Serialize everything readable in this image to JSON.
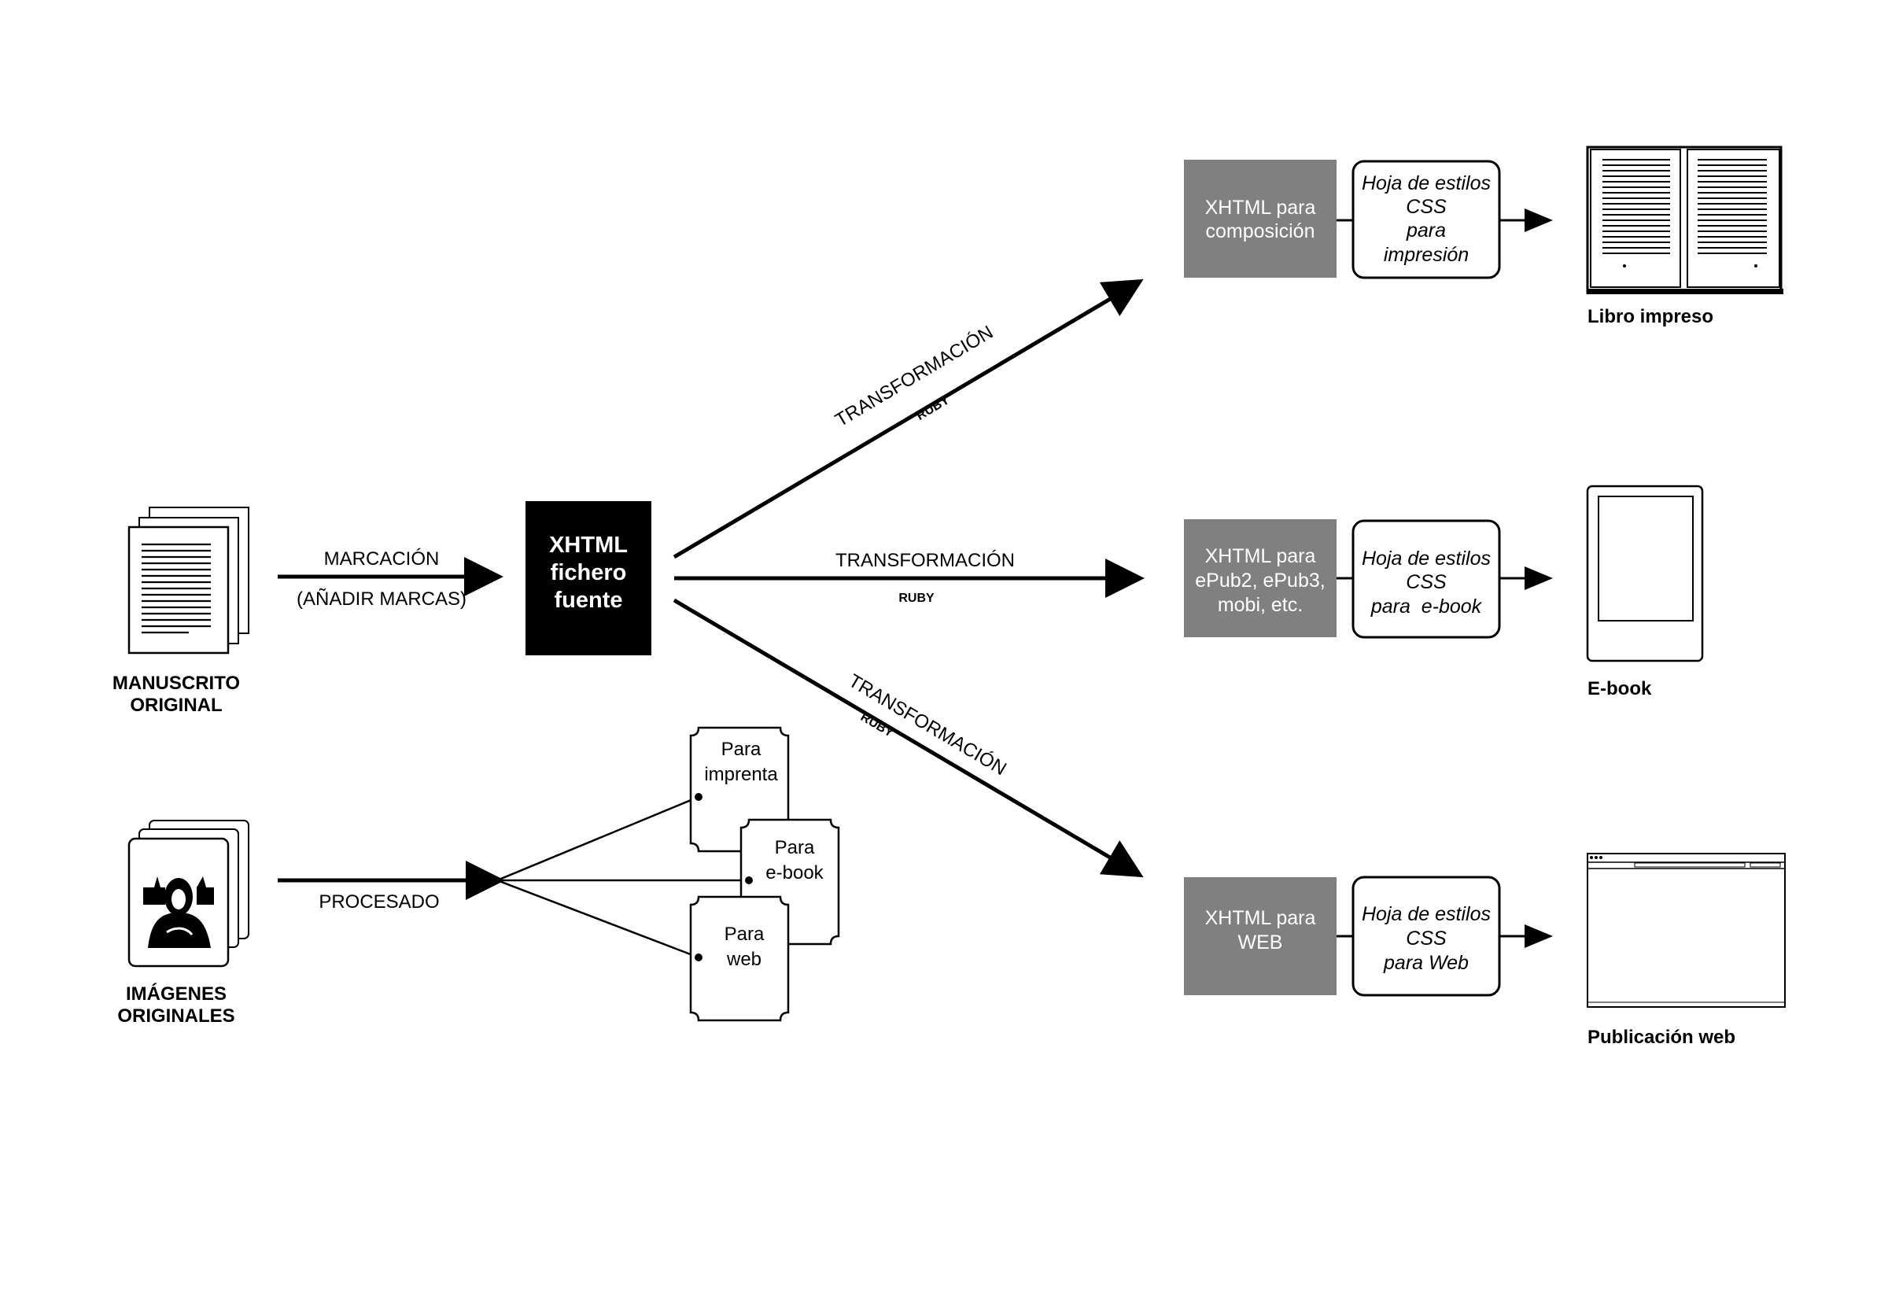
{
  "source": {
    "manuscript": {
      "line1": "MANUSCRITO",
      "line2": "ORIGINAL"
    },
    "images": {
      "line1": "IMÁGENES",
      "line2": "ORIGINALES"
    }
  },
  "arrows": {
    "markup": {
      "label": "MARCACIÓN",
      "sublabel": "(AÑADIR MARCAS)"
    },
    "processing": {
      "label": "PROCESADO"
    },
    "transform_top": {
      "label": "TRANSFORMACIÓN",
      "sublabel": "RUBY"
    },
    "transform_mid": {
      "label": "TRANSFORMACIÓN",
      "sublabel": "RUBY"
    },
    "transform_bottom": {
      "label": "TRANSFORMACIÓN",
      "sublabel": "RUBY"
    }
  },
  "source_file": {
    "line1": "XHTML",
    "line2": "fichero",
    "line3": "fuente"
  },
  "image_outputs": [
    {
      "line1": "Para",
      "line2": "imprenta"
    },
    {
      "line1": "Para",
      "line2": "e-book"
    },
    {
      "line1": "Para",
      "line2": "web"
    }
  ],
  "xhtml_variants": [
    {
      "lines": [
        "XHTML para",
        "composición"
      ]
    },
    {
      "lines": [
        "XHTML para",
        "ePub2, ePub3,",
        "mobi, etc."
      ]
    },
    {
      "lines": [
        "XHTML para",
        "WEB"
      ]
    }
  ],
  "stylesheets": [
    {
      "lines": [
        "Hoja de estilos",
        "CSS",
        "para",
        "impresión"
      ]
    },
    {
      "lines": [
        "Hoja de estilos",
        "CSS",
        "para  e-book"
      ]
    },
    {
      "lines": [
        "Hoja de estilos",
        "CSS",
        "para Web"
      ]
    }
  ],
  "outputs": [
    {
      "label": "Libro impreso"
    },
    {
      "label": "E-book"
    },
    {
      "label": "Publicación web"
    }
  ],
  "colors": {
    "variant_box": "#808080",
    "source_box": "#000000",
    "line": "#000000"
  }
}
